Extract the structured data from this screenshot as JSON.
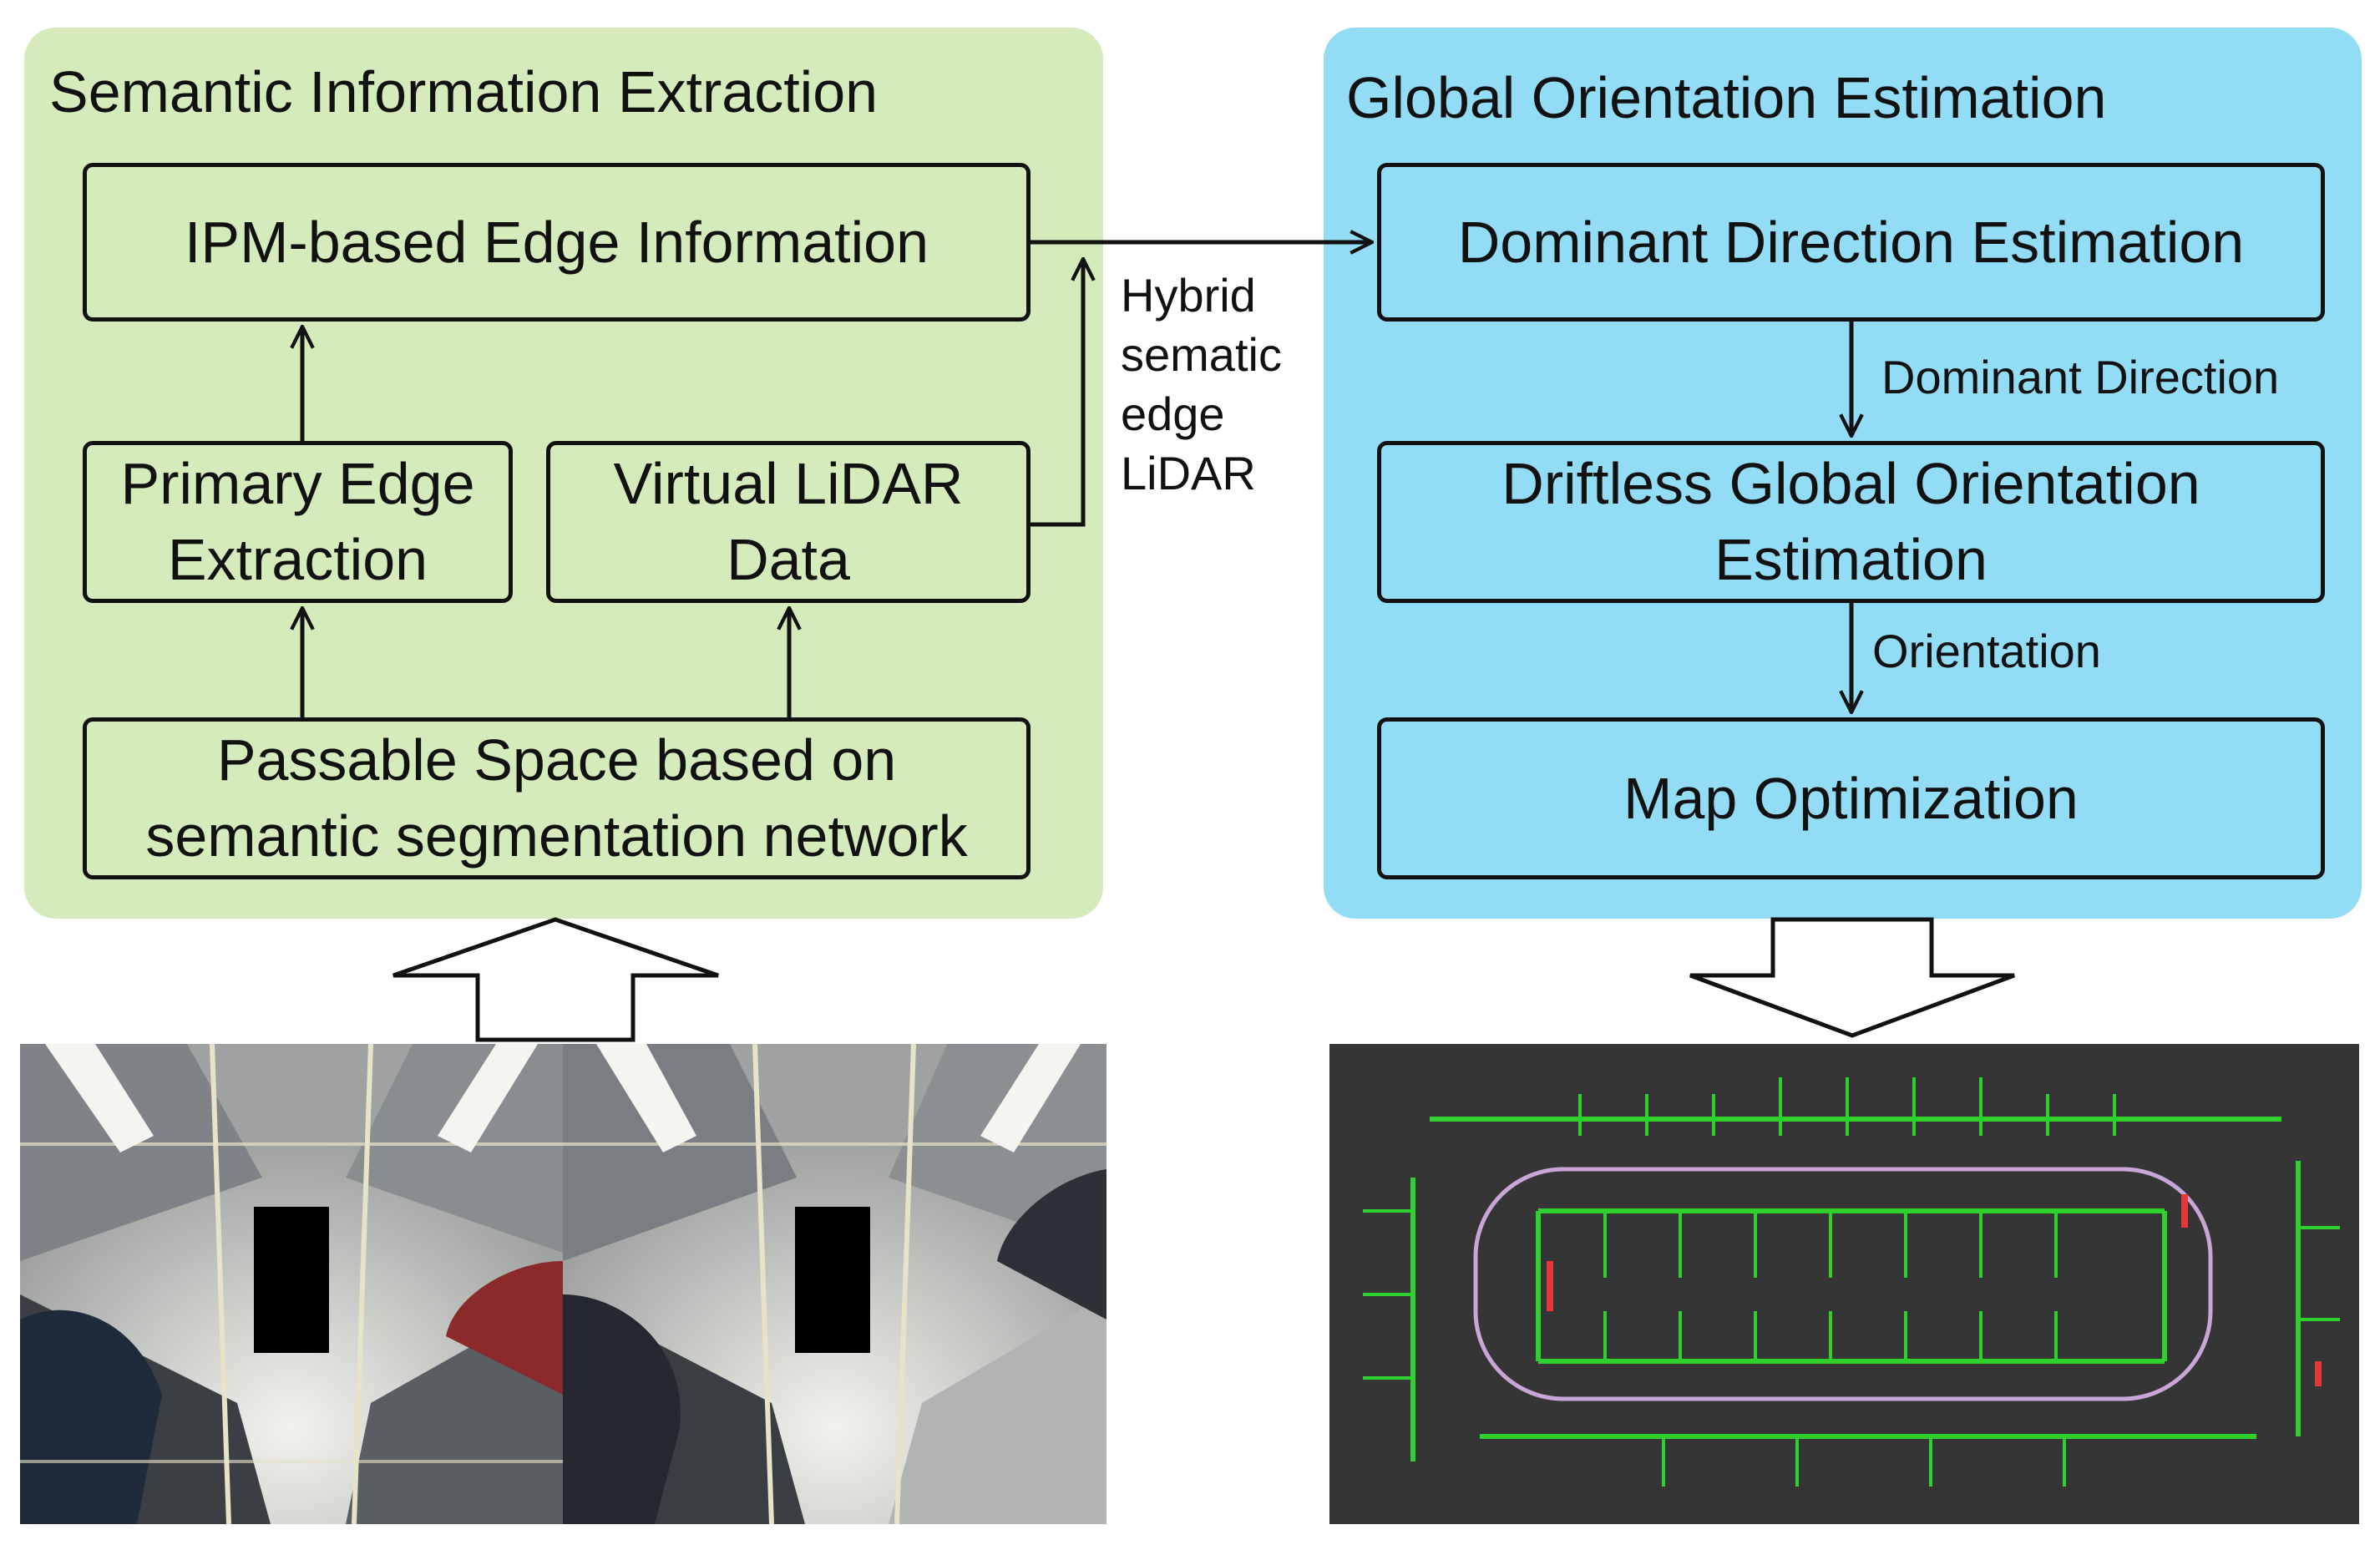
{
  "left_panel": {
    "title": "Semantic Information Extraction",
    "color": "#d5ebbc",
    "boxes": {
      "ipm_edge": "IPM-based Edge Information",
      "primary_edge": [
        "Primary Edge",
        "Extraction"
      ],
      "virtual_lidar": [
        "Virtual LiDAR",
        "Data"
      ],
      "passable_space": [
        "Passable Space based on",
        "semantic segmentation network"
      ]
    }
  },
  "right_panel": {
    "title": "Global Orientation Estimation",
    "color": "#93dcf6",
    "boxes": {
      "dominant_direction_estimation": "Dominant Direction Estimation",
      "driftless": [
        "Driftless Global Orientation",
        "Estimation"
      ],
      "map_optimization": "Map Optimization"
    }
  },
  "edge_labels": {
    "hybrid": [
      "Hybrid",
      "sematic",
      "edge",
      "LiDAR"
    ],
    "dominant_direction": "Dominant Direction",
    "orientation": "Orientation"
  },
  "images": {
    "input": "parking-lot-surround-view-images",
    "output": "point-cloud-map-with-trajectory"
  }
}
